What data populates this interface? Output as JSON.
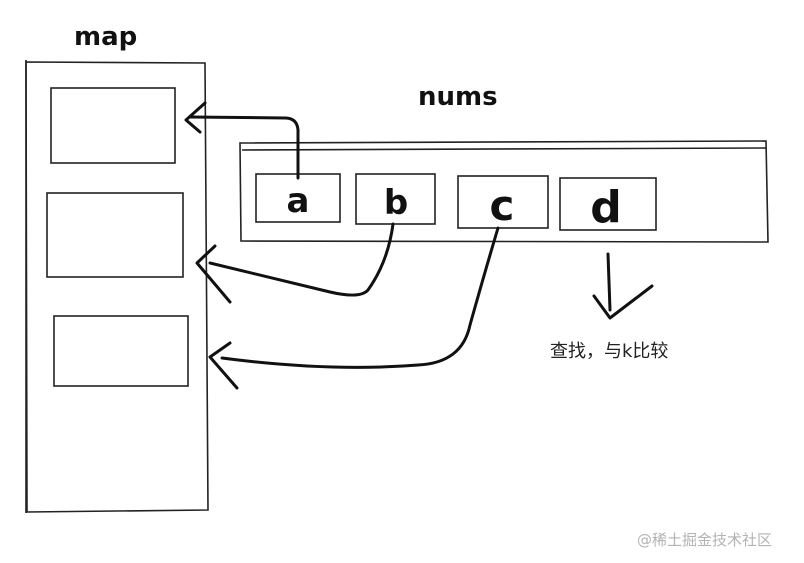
{
  "labels": {
    "map": "map",
    "nums": "nums",
    "note": "查找，与k比较",
    "watermark": "@稀土掘金技术社区"
  },
  "nums_items": [
    "a",
    "b",
    "c",
    "d"
  ]
}
